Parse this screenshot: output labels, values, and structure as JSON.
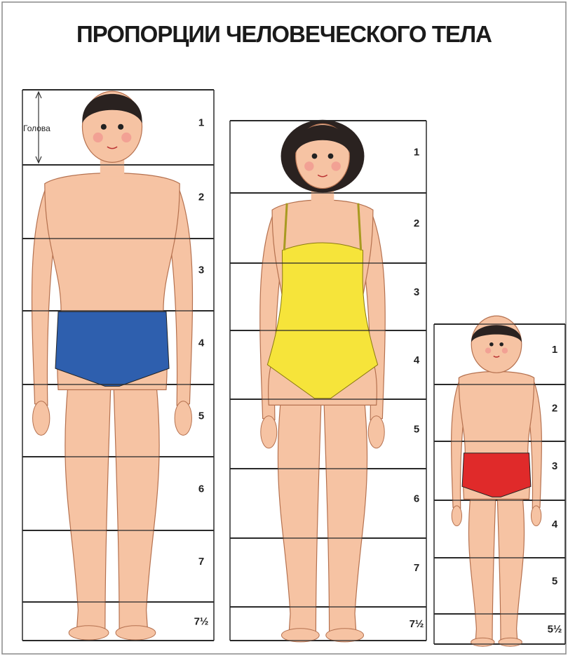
{
  "title": "ПРОПОРЦИИ ЧЕЛОВЕЧЕСКОГО ТЕЛА",
  "head_label": "Голова",
  "colors": {
    "skin": "#f6c3a3",
    "skin_shade": "#ea9f86",
    "hair": "#2a2220",
    "man_briefs": "#2e5fae",
    "woman_swimsuit": "#f6e43a",
    "child_briefs": "#e02a2a",
    "grid_line": "#2b2b2b"
  },
  "figures": [
    {
      "id": "man",
      "labels": [
        "1",
        "2",
        "3",
        "4",
        "5",
        "6",
        "7",
        "7½"
      ]
    },
    {
      "id": "woman",
      "labels": [
        "1",
        "2",
        "3",
        "4",
        "5",
        "6",
        "7",
        "7½"
      ]
    },
    {
      "id": "child",
      "labels": [
        "1",
        "2",
        "3",
        "4",
        "5",
        "5½"
      ]
    }
  ]
}
